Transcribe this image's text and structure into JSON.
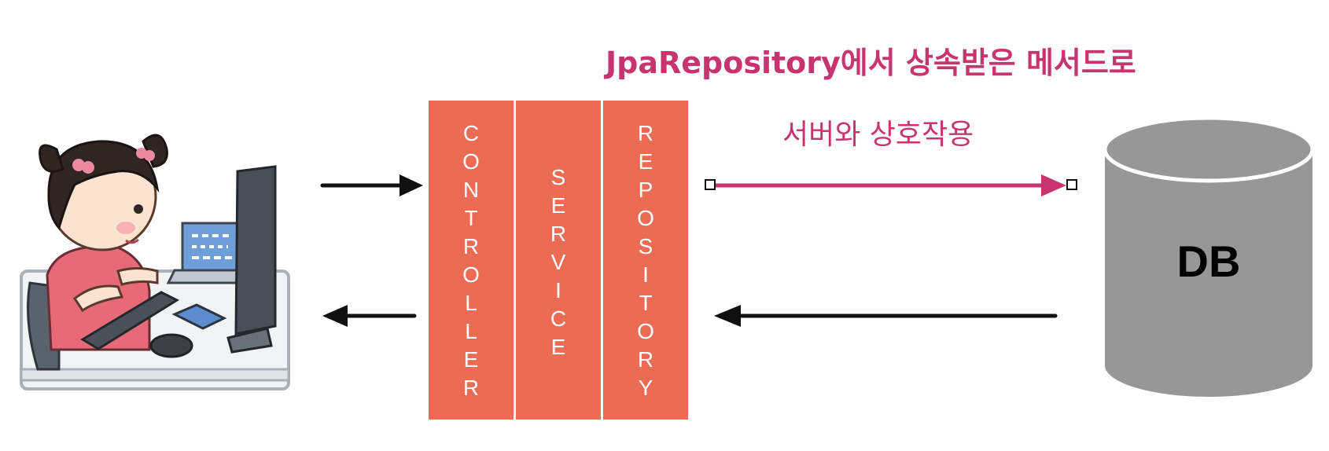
{
  "title": "JpaRepository에서 상속받은 메서드로",
  "subtitle": "서버와 상호작용",
  "layers": [
    {
      "label": "CONTROLLER"
    },
    {
      "label": "SERVICE"
    },
    {
      "label": "REPOSITORY"
    }
  ],
  "database": {
    "label": "DB"
  },
  "colors": {
    "accent": "#c8346e",
    "layer_fill": "#ec6b55",
    "db_fill": "#979797",
    "arrow": "#111111"
  }
}
